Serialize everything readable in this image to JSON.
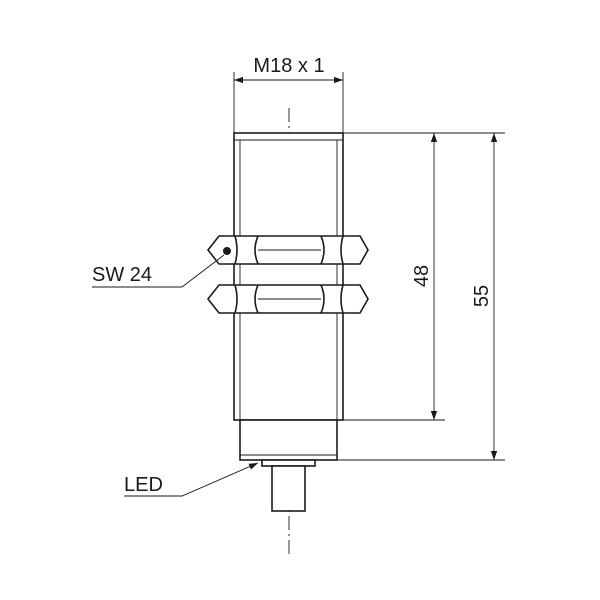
{
  "drawing": {
    "thread_label": "M18 x 1",
    "wrench_label": "SW 24",
    "led_label": "LED",
    "dim_active_length": "48",
    "dim_total_length": "55"
  },
  "colors": {
    "line": "#1a1a1a",
    "background": "#ffffff"
  }
}
